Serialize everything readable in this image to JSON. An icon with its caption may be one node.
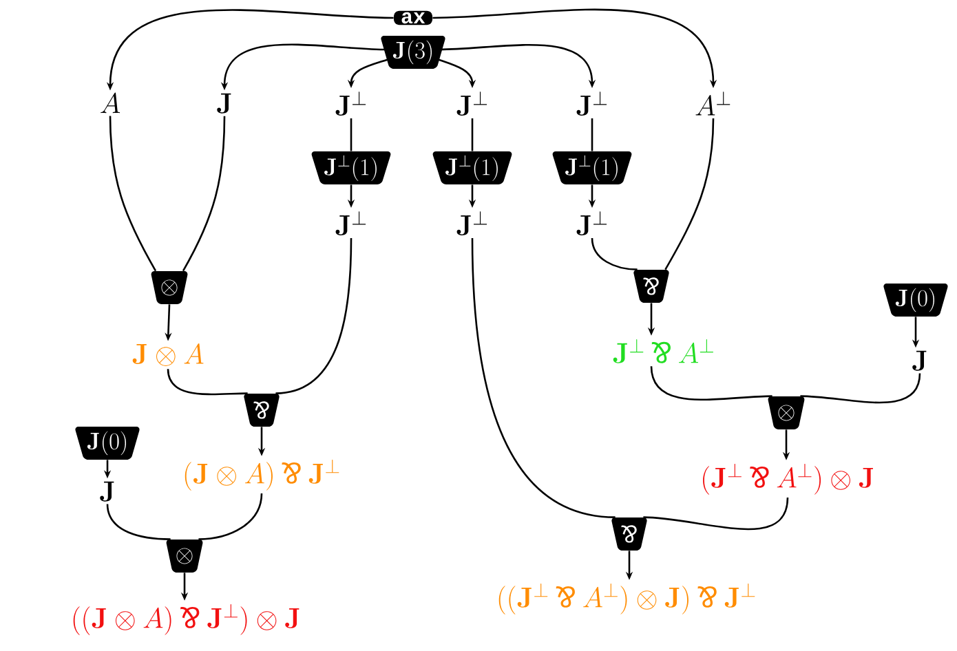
{
  "diagram": {
    "nodes": [
      {
        "text": [
          "ax"
        ]
      },
      {
        "text": [
          "\\mathbf{J}(3)"
        ]
      },
      {
        "text": [
          "A"
        ]
      },
      {
        "text": [
          "\\mathbf{J}"
        ]
      },
      {
        "text": [
          "\\mathbf{J}^\\perp"
        ]
      },
      {
        "text": [
          "\\mathbf{J}^\\perp"
        ]
      },
      {
        "text": [
          "\\mathbf{J}^\\perp"
        ]
      },
      {
        "text": [
          "A^\\perp"
        ]
      },
      {
        "text": [
          "\\mathbf{J}^\\perp(1)"
        ]
      },
      {
        "text": [
          "\\mathbf{J}^\\perp(1)"
        ]
      },
      {
        "text": [
          "\\mathbf{J}^\\perp(1)"
        ]
      },
      {
        "text": [
          "\\mathbf{J}^\\perp"
        ]
      },
      {
        "text": [
          "\\mathbf{J}^\\perp"
        ]
      },
      {
        "text": [
          "\\mathbf{J}^\\perp"
        ]
      },
      {
        "text": [
          "\\otimes"
        ]
      },
      {
        "text": [
          "\\rotatebox[origin=c]{180}{\\&}"
        ]
      },
      {
        "text": [
          "\\mathbf{J}(0)"
        ]
      },
      {
        "text": [
          "\\mathbf{J} \\otimes A"
        ]
      },
      {
        "text": [
          "\\mathbf{J}^\\perp \\mathbin{\\rotatebox[origin=c]{180}{\\&}} A^\\perp"
        ]
      },
      {
        "text": [
          "\\mathbf{J}"
        ]
      },
      {
        "text": [
          "\\rotatebox[origin=c]{180}{\\&}"
        ]
      },
      {
        "text": [
          "\\otimes"
        ]
      },
      {
        "text": [
          "\\mathbf{J}(0)"
        ]
      },
      {
        "text": [
          "(\\mathbf{J} \\otimes A) \\mathbin{\\rotatebox[origin=c]{180}{\\&}} \\mathbf{J}^\\perp"
        ]
      },
      {
        "text": [
          "(\\mathbf{J}^\\perp \\mathbin{\\rotatebox[origin=c]{180}{\\&}} A^\\perp) \\otimes \\mathbf{J}"
        ]
      },
      {
        "text": [
          "\\mathbf{J}"
        ]
      },
      {
        "text": [
          "\\rotatebox[origin=c]{180}{\\&}"
        ]
      },
      {
        "text": [
          "\\otimes"
        ]
      },
      {
        "text": [
          "((\\mathbf{J} \\otimes A) \\mathbin{\\rotatebox[origin=c]{180}{\\&}} \\mathbf{J}^\\perp) \\otimes \\mathbf{J}"
        ]
      },
      {
        "text": [
          "((\\mathbf{J}^\\perp \\mathbin{\\rotatebox[origin=c]{180}{\\&}} A^\\perp) \\otimes \\mathbf{J}) \\mathbin{\\rotatebox[origin=c]{180}{\\&}} \\mathbf{J}^\\perp"
        ]
      }
    ],
    "edges": [
      {
        "from": 0,
        "to": 2,
        "arrow": "to"
      },
      {
        "from": 0,
        "to": 7,
        "arrow": "to"
      },
      {
        "from": 1,
        "to": 3,
        "arrow": "to"
      },
      {
        "from": 1,
        "to": 4,
        "arrow": "to"
      },
      {
        "from": 1,
        "to": 5,
        "arrow": "to"
      },
      {
        "from": 1,
        "to": 6,
        "arrow": "to"
      },
      {
        "from": 4,
        "to": 8,
        "arrow": "none"
      },
      {
        "from": 8,
        "to": 11,
        "arrow": "to"
      },
      {
        "from": 5,
        "to": 9,
        "arrow": "none"
      },
      {
        "from": 9,
        "to": 12,
        "arrow": "to"
      },
      {
        "from": 6,
        "to": 10,
        "arrow": "none"
      },
      {
        "from": 10,
        "to": 13,
        "arrow": "to"
      },
      {
        "from": 2,
        "to": 14,
        "arrow": "none"
      },
      {
        "from": 3,
        "to": 14,
        "arrow": "none"
      },
      {
        "from": 14,
        "to": 17,
        "arrow": "to"
      },
      {
        "from": 17,
        "to": 20,
        "arrow": "none"
      },
      {
        "from": 11,
        "to": 20,
        "arrow": "none"
      },
      {
        "from": 20,
        "to": 23,
        "arrow": "to"
      },
      {
        "from": 13,
        "to": 15,
        "arrow": "none"
      },
      {
        "from": 7,
        "to": 15,
        "arrow": "none"
      },
      {
        "from": 15,
        "to": 18,
        "arrow": "to"
      },
      {
        "from": 16,
        "to": 19,
        "arrow": "to"
      },
      {
        "from": 18,
        "to": 21,
        "arrow": "none"
      },
      {
        "from": 19,
        "to": 21,
        "arrow": "none"
      },
      {
        "from": 21,
        "to": 24,
        "arrow": "to"
      },
      {
        "from": 12,
        "to": 26,
        "arrow": "none"
      },
      {
        "from": 24,
        "to": 26,
        "arrow": "none"
      },
      {
        "from": 26,
        "to": 29,
        "arrow": "to"
      },
      {
        "from": 22,
        "to": 25,
        "arrow": "to"
      },
      {
        "from": 25,
        "to": 27,
        "arrow": "none"
      },
      {
        "from": 23,
        "to": 27,
        "arrow": "none"
      },
      {
        "from": 27,
        "to": 28,
        "arrow": "to"
      }
    ]
  }
}
